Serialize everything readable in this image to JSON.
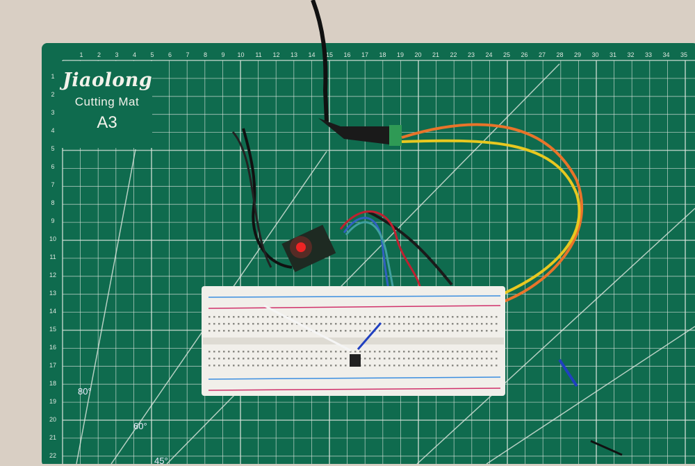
{
  "mat": {
    "brand": "Jiaolong",
    "product": "Cutting Mat",
    "size": "A3",
    "color": "#0f6b4e",
    "top_ruler": [
      "1",
      "2",
      "3",
      "4",
      "5",
      "6",
      "7",
      "8",
      "9",
      "10",
      "11",
      "12",
      "13",
      "14",
      "15",
      "16",
      "17",
      "18",
      "19",
      "20",
      "21",
      "22",
      "23",
      "24",
      "25",
      "26",
      "27",
      "28",
      "29",
      "30",
      "31",
      "32",
      "33",
      "34",
      "35"
    ],
    "left_ruler": [
      "1",
      "2",
      "3",
      "4",
      "5",
      "6",
      "7",
      "8",
      "9",
      "10",
      "11",
      "12",
      "13",
      "14",
      "15",
      "16",
      "17",
      "18",
      "19",
      "20",
      "21",
      "22"
    ],
    "angles": [
      "80°",
      "60°",
      "45°"
    ]
  },
  "objects": {
    "power_led_color": "#ff2020",
    "wire_colors": [
      "#e8742a",
      "#e8c820",
      "#202020",
      "#c02030",
      "#3060c0",
      "#40a0a0",
      "#f0f0f0"
    ]
  }
}
